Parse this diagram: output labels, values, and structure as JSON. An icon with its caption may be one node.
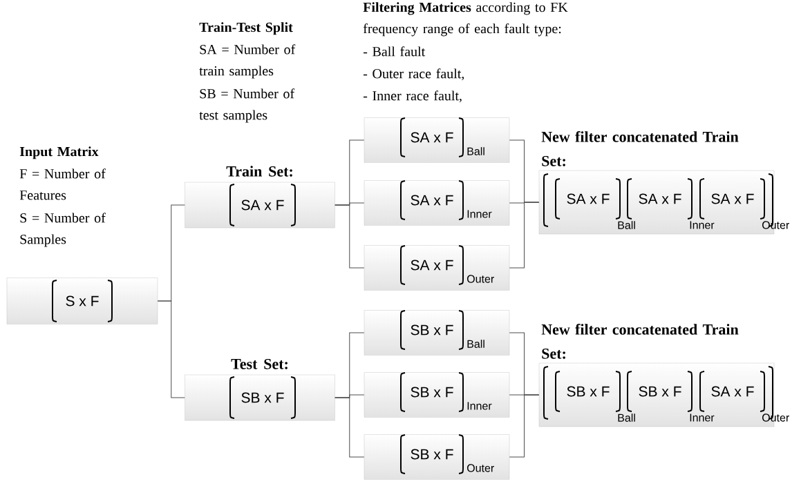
{
  "diagram": {
    "nodes": [
      {
        "text": [
          "S x F"
        ]
      },
      {
        "text": [
          "Train Set:",
          "SA x F"
        ]
      },
      {
        "text": [
          "Test Set:",
          "SB x F"
        ]
      },
      {
        "text": [
          "SA x F",
          "Ball"
        ]
      },
      {
        "text": [
          "SA x F",
          "Inner"
        ]
      },
      {
        "text": [
          "SA x F",
          "Outer"
        ]
      },
      {
        "text": [
          "SB x F",
          "Ball"
        ]
      },
      {
        "text": [
          "SB x F",
          "Inner"
        ]
      },
      {
        "text": [
          "SB x F",
          "Outer"
        ]
      },
      {
        "text": [
          "New filter concatenated Train Set:",
          "SA x F",
          "SA x F",
          "SA x F",
          "Ball",
          "Inner",
          "Outer"
        ]
      },
      {
        "text": [
          "New filter concatenated Train Set:",
          "SB x F",
          "SB x F",
          "SA x F",
          "Ball",
          "Inner",
          "Outer"
        ]
      }
    ],
    "edges": [
      {
        "from": 0,
        "to": 1,
        "arrow": "none"
      },
      {
        "from": 0,
        "to": 2,
        "arrow": "none"
      },
      {
        "from": 1,
        "to": 3,
        "arrow": "none"
      },
      {
        "from": 1,
        "to": 4,
        "arrow": "none"
      },
      {
        "from": 1,
        "to": 5,
        "arrow": "none"
      },
      {
        "from": 2,
        "to": 6,
        "arrow": "none"
      },
      {
        "from": 2,
        "to": 7,
        "arrow": "none"
      },
      {
        "from": 2,
        "to": 8,
        "arrow": "none"
      },
      {
        "from": 3,
        "to": 9,
        "arrow": "none"
      },
      {
        "from": 4,
        "to": 9,
        "arrow": "none"
      },
      {
        "from": 5,
        "to": 9,
        "arrow": "none"
      },
      {
        "from": 6,
        "to": 10,
        "arrow": "none"
      },
      {
        "from": 7,
        "to": 10,
        "arrow": "none"
      },
      {
        "from": 8,
        "to": 10,
        "arrow": "none"
      }
    ],
    "labels": [
      "Train-Test Split",
      "SA = Number of train samples",
      "SB = Number of test samples",
      "**Filtering Matrices** according to FK frequency range of each fault type:",
      "- Ball fault",
      "- Outer race fault,",
      "- Inner race fault,",
      "Input Matrix",
      "F = Number of Features",
      "S = Number of Samples"
    ]
  }
}
